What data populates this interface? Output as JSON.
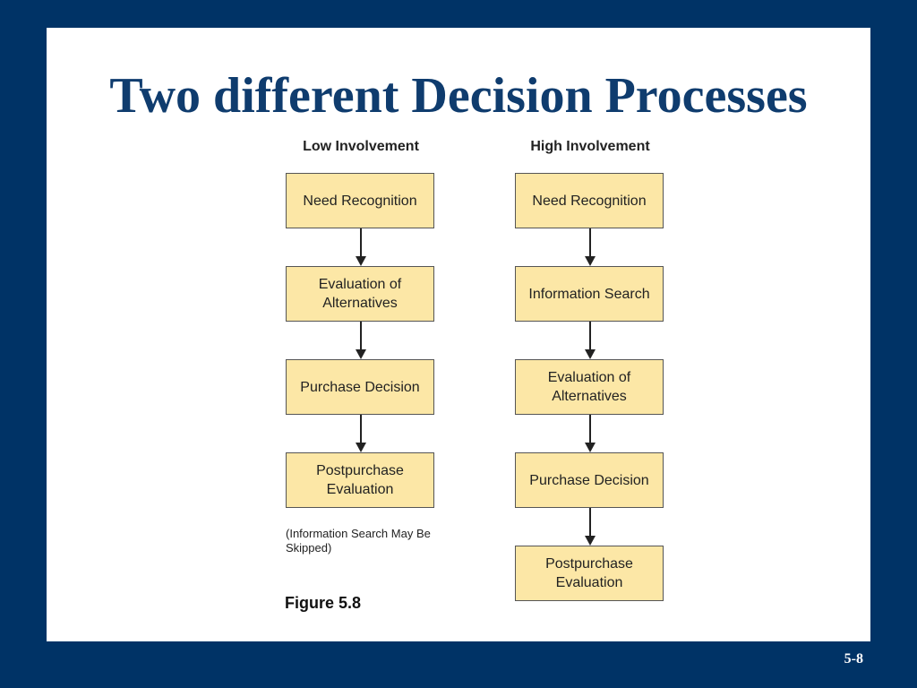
{
  "title": "Two different Decision Processes",
  "low": {
    "heading": "Low Involvement",
    "steps": [
      "Need Recognition",
      "Evaluation of Alternatives",
      "Purchase Decision",
      "Postpurchase Evaluation"
    ],
    "note": "(Information Search May Be Skipped)"
  },
  "high": {
    "heading": "High Involvement",
    "steps": [
      "Need Recognition",
      "Information Search",
      "Evaluation of Alternatives",
      "Purchase Decision",
      "Postpurchase Evaluation"
    ]
  },
  "figure_label": "Figure 5.8",
  "page_number": "5-8",
  "colors": {
    "background": "#003366",
    "title": "#0f3c6e",
    "box_fill": "#fce7a6"
  }
}
